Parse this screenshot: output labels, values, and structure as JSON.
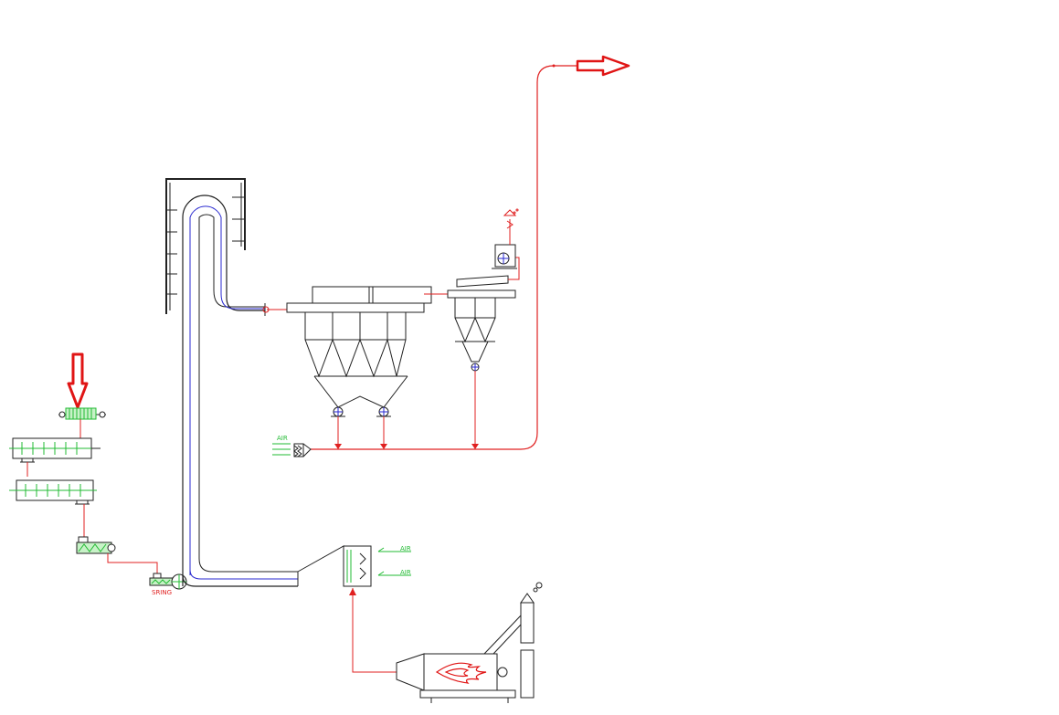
{
  "labels": {
    "air_top": "AIR",
    "air_heater_1": "AIR",
    "air_heater_2": "AIR",
    "feed_screw": "SRING"
  },
  "colors": {
    "outline": "#222222",
    "process_line": "#e02020",
    "equipment_green": "#22bb33",
    "flash_duct_inner": "#2a2ad0",
    "feed_arrow": "#e01515",
    "flame": "#e01515",
    "background": "#ffffff"
  },
  "icons": {
    "feed_arrow": "arrow-down-icon",
    "exhaust_arrow": "arrow-right-icon",
    "rotary_valve": "rotary-valve-icon",
    "fan": "fan-icon",
    "flame": "flame-icon"
  }
}
